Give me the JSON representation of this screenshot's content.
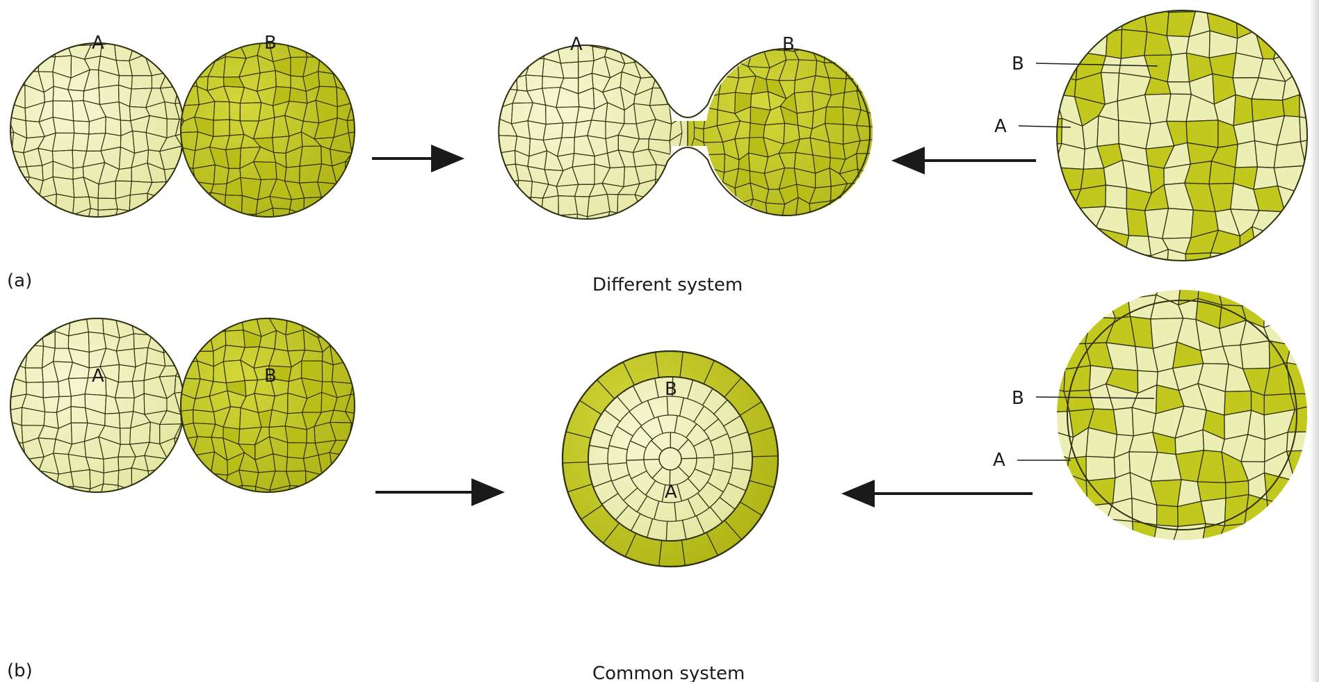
{
  "panels": [
    {
      "id": "a",
      "panel_label": "(a)",
      "caption": "Different system",
      "left_labels": [
        "A",
        "B"
      ],
      "middle_labels": [
        "A",
        "B"
      ],
      "right_labels": [
        "B",
        "A"
      ]
    },
    {
      "id": "b",
      "panel_label": "(b)",
      "caption": "Common system",
      "left_labels": [
        "A",
        "B"
      ],
      "middle_labels": [
        "B",
        "A"
      ],
      "right_labels": [
        "B",
        "A"
      ]
    }
  ],
  "colors": {
    "cell_light": "#ecefb4",
    "cell_dark": "#c3c81e",
    "cell_outline": "#2f3010",
    "leader_line": "#c8c830",
    "arrow": "#1a1a1a"
  }
}
